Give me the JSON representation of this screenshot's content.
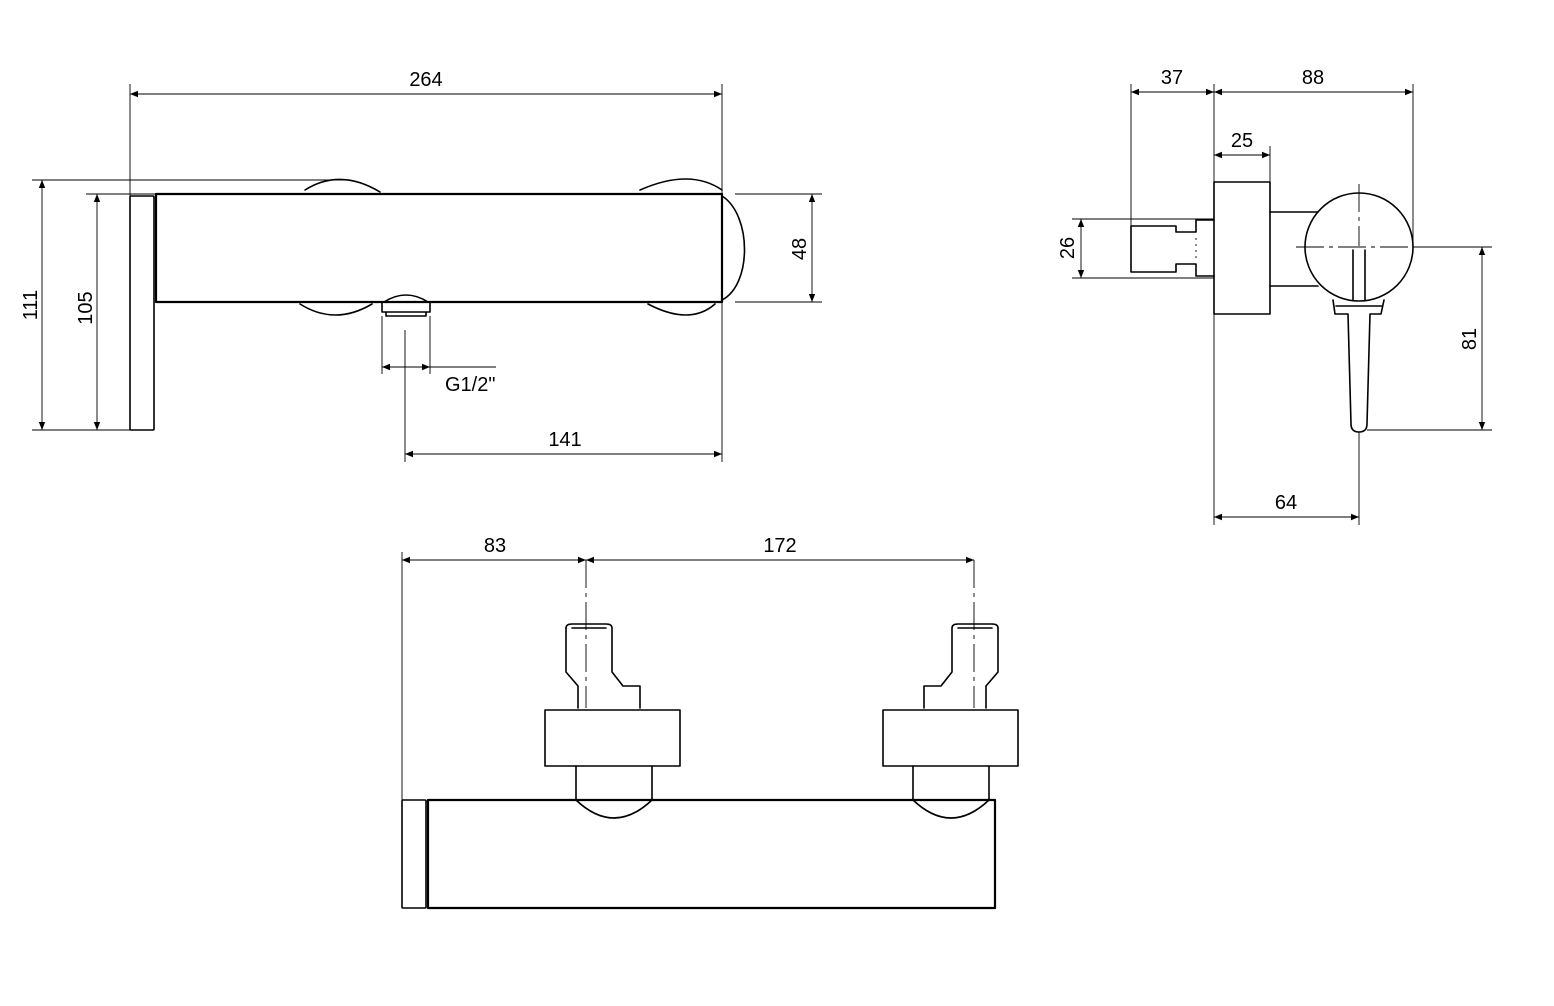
{
  "colors": {
    "line": "#000000",
    "background": "#ffffff"
  },
  "side_view": {
    "overall_length": "264",
    "total_height": "111",
    "plate_height": "105",
    "body_diameter": "48",
    "outlet_thread": "G1/2\"",
    "outlet_offset": "141"
  },
  "end_view": {
    "wall_to_rosette": "37",
    "rosette_to_front": "88",
    "rosette_depth": "25",
    "connector_height": "26",
    "lever_length": "81",
    "wall_to_axis": "64"
  },
  "top_view": {
    "end_to_first_inlet": "83",
    "inlet_spacing": "172"
  }
}
